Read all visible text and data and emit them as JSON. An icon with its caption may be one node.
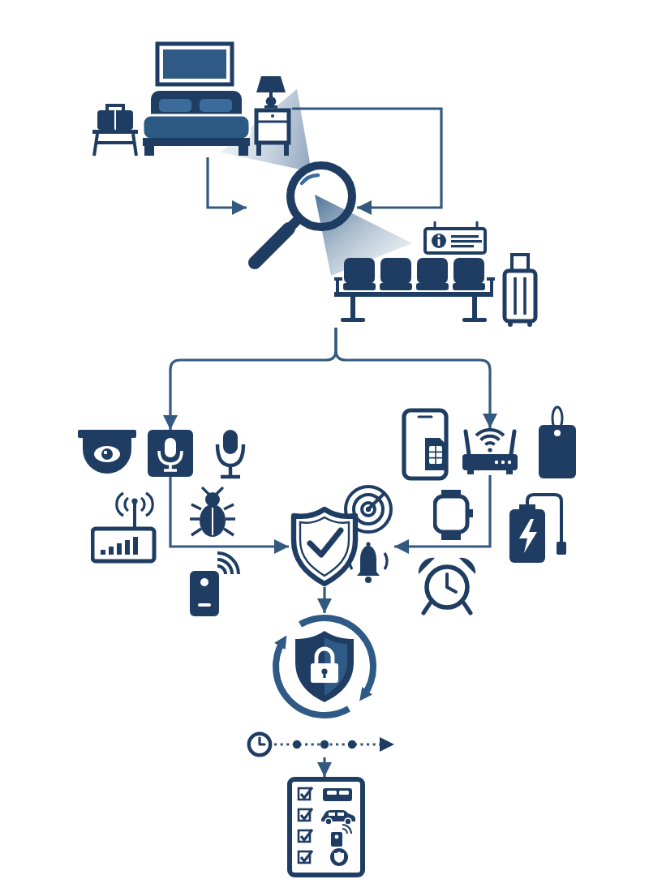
{
  "diagram": {
    "nodes": [
      {
        "text": [],
        "shape": "picture"
      },
      {
        "text": [],
        "shape": "picture"
      },
      {
        "text": [],
        "shape": "picture"
      },
      {
        "text": [],
        "shape": "picture"
      },
      {
        "text": [],
        "shape": "picture"
      },
      {
        "text": [],
        "shape": "picture"
      },
      {
        "text": [],
        "shape": "picture"
      },
      {
        "text": [],
        "shape": "picture"
      },
      {
        "text": [],
        "shape": "picture"
      }
    ],
    "edges": [
      {
        "from": 0,
        "to": 1,
        "arrow": "to"
      },
      {
        "from": 0,
        "to": 1,
        "arrow": "to"
      },
      {
        "from": 2,
        "to": 3,
        "arrow": "to"
      },
      {
        "from": 2,
        "to": 4,
        "arrow": "to"
      },
      {
        "from": 3,
        "to": 5,
        "arrow": "to"
      },
      {
        "from": 4,
        "to": 5,
        "arrow": "to"
      },
      {
        "from": 5,
        "to": 6,
        "arrow": "to"
      },
      {
        "from": 7,
        "to": 8,
        "arrow": "to"
      }
    ]
  }
}
